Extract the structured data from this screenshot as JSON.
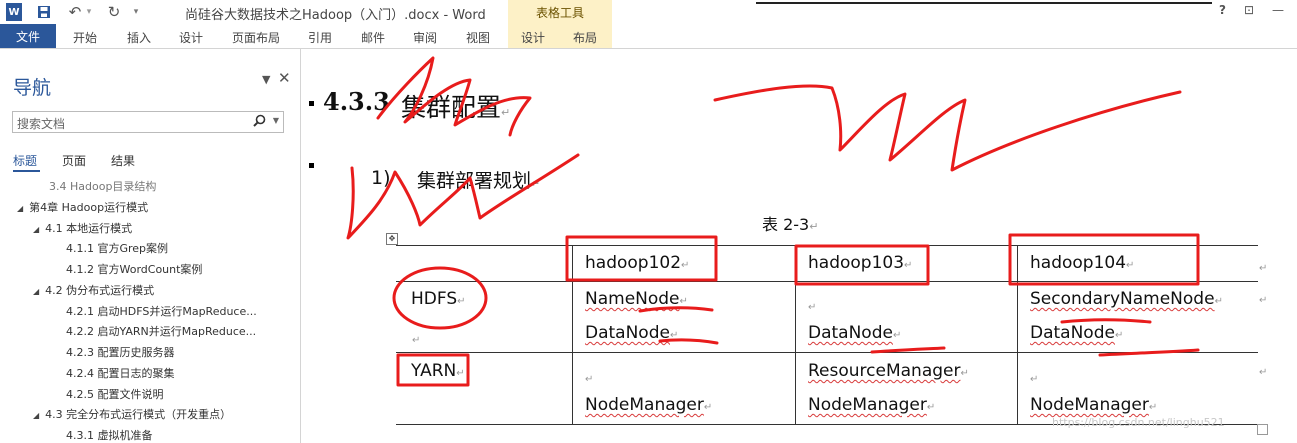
{
  "titlebar": {
    "title": "尚硅谷大数据技术之Hadoop（入门）.docx - Word",
    "tools_label": "表格工具",
    "help": "?",
    "restore": "⊡",
    "minimize": "—"
  },
  "ribbon": {
    "file": "文件",
    "tabs": [
      "开始",
      "插入",
      "设计",
      "页面布局",
      "引用",
      "邮件",
      "审阅",
      "视图"
    ],
    "table_tabs": [
      "设计",
      "布局"
    ]
  },
  "nav": {
    "title": "导航",
    "search_placeholder": "搜索文档",
    "tabs": [
      "标题",
      "页面",
      "结果"
    ],
    "headings": [
      "3.4 Hadoop目录结构",
      "第4章 Hadoop运行模式",
      "4.1 本地运行模式",
      "4.1.1 官方Grep案例",
      "4.1.2 官方WordCount案例",
      "4.2 伪分布式运行模式",
      "4.2.1 启动HDFS并运行MapReduce...",
      "4.2.2 启动YARN并运行MapReduce...",
      "4.2.3 配置历史服务器",
      "4.2.4 配置日志的聚集",
      "4.2.5 配置文件说明",
      "4.3 完全分布式运行模式（开发重点）",
      "4.3.1 虚拟机准备"
    ]
  },
  "document": {
    "heading_num": "4.3.3",
    "heading_text": "集群配置",
    "sub_num": "1)",
    "sub_text": "集群部署规划",
    "caption": "表 2-3",
    "table": {
      "headers": [
        "hadoop102",
        "hadoop103",
        "hadoop104"
      ],
      "row_hdfs_label": "HDFS",
      "hdfs_102_line1": "NameNode",
      "hdfs_102_line2": "DataNode",
      "hdfs_103_line2": "DataNode",
      "hdfs_104_line1": "SecondaryNameNode",
      "hdfs_104_line2": "DataNode",
      "row_yarn_label": "YARN",
      "yarn_102_line2": "NodeManager",
      "yarn_103_line1": "ResourceManager",
      "yarn_103_line2": "NodeManager",
      "yarn_104_line2": "NodeManager"
    },
    "watermark": "https://blog.csdn.net/linghu521"
  },
  "colors": {
    "word_blue": "#2b579a",
    "table_tools": "#fdf1c7",
    "annotation_red": "#e81c1c"
  },
  "icons": [
    "word-logo-icon",
    "save-icon",
    "undo-icon",
    "redo-icon",
    "customize-icon",
    "search-icon",
    "close-icon",
    "pin-icon",
    "triangle-icon",
    "table-move-handle-icon"
  ]
}
